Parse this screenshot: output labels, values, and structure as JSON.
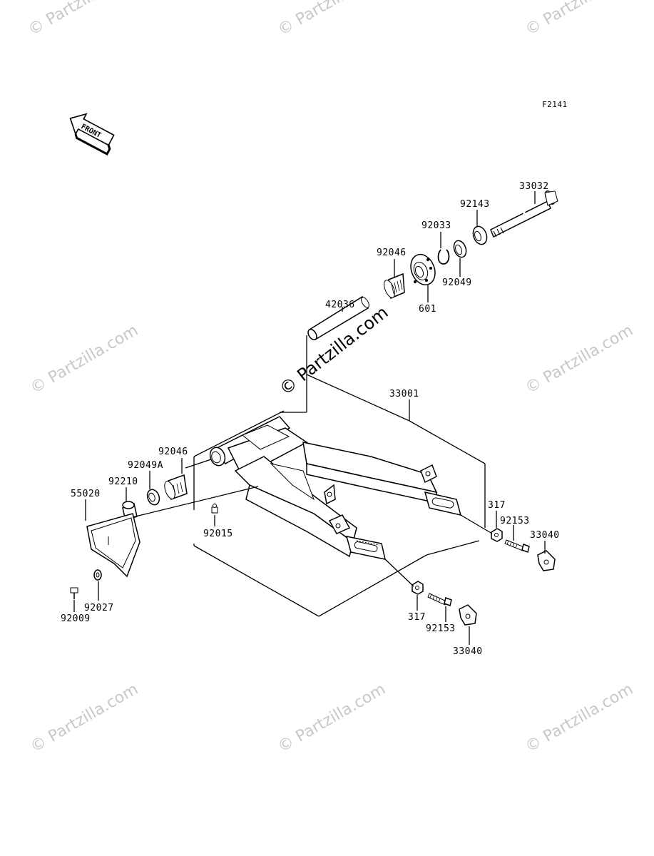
{
  "figure_code": "F2141",
  "front_arrow_label": "FRONT",
  "watermark": "© Partzilla.com",
  "parts": {
    "p33032": "33032",
    "p92143": "92143",
    "p92033": "92033",
    "p92046a": "92046",
    "p92049": "92049",
    "p601": "601",
    "p42036": "42036",
    "p33001": "33001",
    "p92046b": "92046",
    "p92049A": "92049A",
    "p92210": "92210",
    "p55020": "55020",
    "p92015": "92015",
    "p317a": "317",
    "p92153a": "92153",
    "p33040a": "33040",
    "p92027": "92027",
    "p92009": "92009",
    "p317b": "317",
    "p92153b": "92153",
    "p33040b": "33040"
  }
}
